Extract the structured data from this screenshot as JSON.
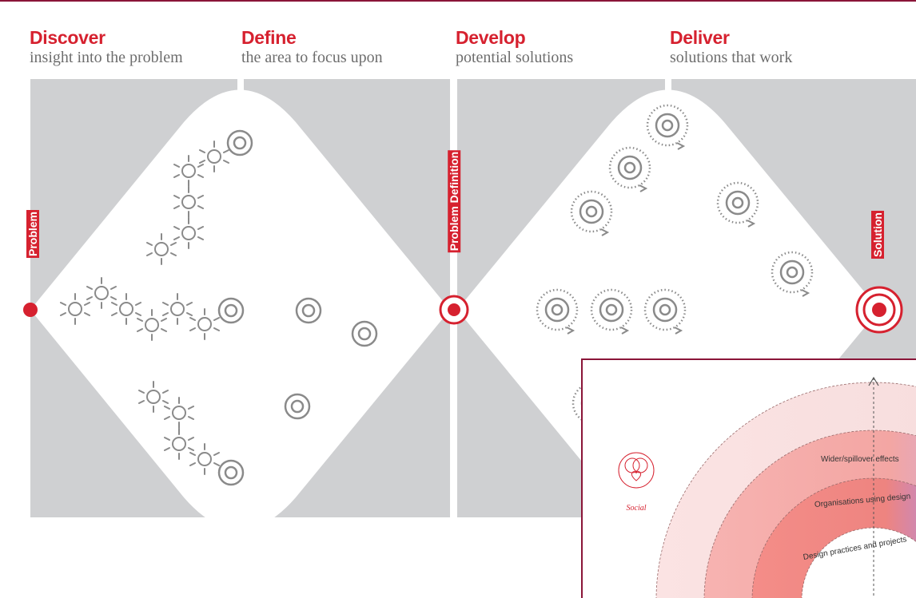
{
  "phases": [
    {
      "title": "Discover",
      "subtitle": "insight into the problem"
    },
    {
      "title": "Define",
      "subtitle": "the area to focus upon"
    },
    {
      "title": "Develop",
      "subtitle": "potential solutions"
    },
    {
      "title": "Deliver",
      "subtitle": "solutions that work"
    }
  ],
  "milestones": {
    "problem": "Problem",
    "problem_definition": "Problem Definition",
    "solution": "Solution"
  },
  "overlay": {
    "rings": [
      {
        "label": "Wider/spillover effects"
      },
      {
        "label": "Organisations using design"
      },
      {
        "label": "Design practices and projects"
      }
    ],
    "social_label": "Social",
    "social_icon": "social-heart-icon"
  },
  "colors": {
    "accent": "#d6212f",
    "panel": "#cfd0d2",
    "icon": "#8a8a8a",
    "border": "#8a1538"
  }
}
